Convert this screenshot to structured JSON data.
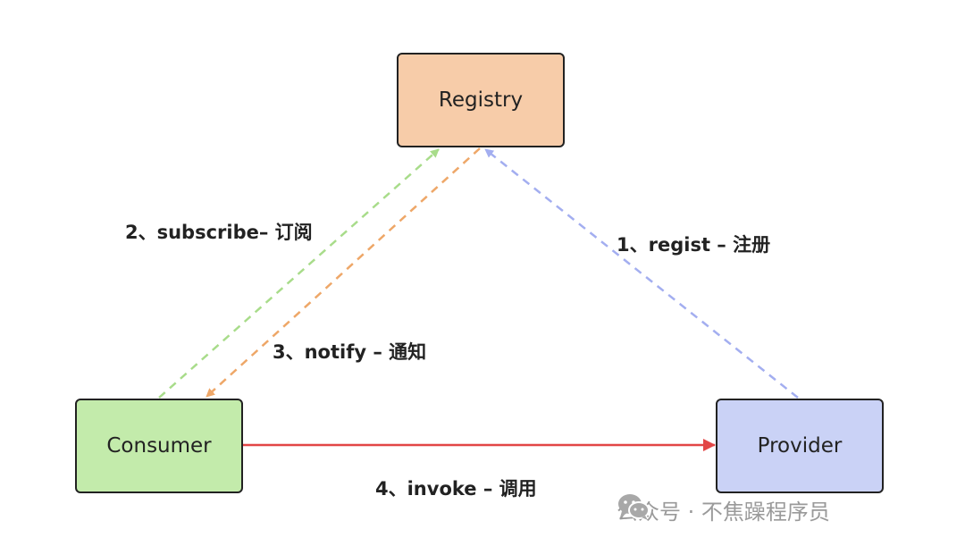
{
  "nodes": {
    "registry": {
      "label": "Registry",
      "color": "#f7cca9"
    },
    "consumer": {
      "label": "Consumer",
      "color": "#c3ebab"
    },
    "provider": {
      "label": "Provider",
      "color": "#cad2f6"
    }
  },
  "edges": {
    "regist": {
      "label": "1、regist – 注册",
      "color": "#a3aef0"
    },
    "subscribe": {
      "label": "2、subscribe– 订阅",
      "color": "#a8dc8a"
    },
    "notify": {
      "label": "3、notify – 通知",
      "color": "#eea768"
    },
    "invoke": {
      "label": "4、invoke – 调用",
      "color": "#e24646"
    }
  },
  "watermark": {
    "text": "公众号 · 不焦躁程序员",
    "icon": "wechat-icon"
  }
}
